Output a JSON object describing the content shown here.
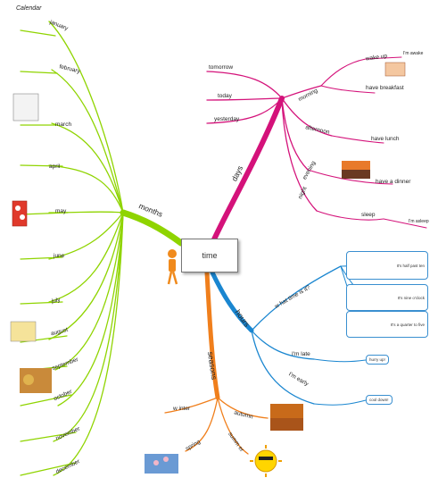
{
  "center": {
    "label": "time"
  },
  "branches": {
    "months": "months",
    "days": "days",
    "hours": "hours",
    "seasons": "seasons"
  },
  "months": {
    "calendar_label": "Calendar",
    "items": [
      "january",
      "february",
      "march",
      "april",
      "may",
      "june",
      "july",
      "august",
      "september",
      "october",
      "november",
      "december"
    ]
  },
  "days": {
    "items": [
      "tomorrow",
      "today",
      "yesterday",
      "morning",
      "afternoon",
      "evening",
      "night"
    ],
    "sub": {
      "wake_up": "wake up",
      "im_awake": "I'm awake",
      "have_breakfast": "have breakfast",
      "have_lunch": "have lunch",
      "have_dinner": "have a dinner",
      "sleep": "sleep",
      "im_asleep": "I'm asleep"
    }
  },
  "hours": {
    "what_time": "w hat time is it?",
    "im_late": "I'm late",
    "im_early": "I'm early",
    "times": [
      "It's half past ten",
      "It's nine o'clock",
      "It's a quarter to five"
    ],
    "hurry_up": "hurry up!",
    "cool_down": "cool down!"
  },
  "seasons": {
    "items": [
      "w inter",
      "autumn",
      "summ er",
      "spring"
    ]
  },
  "colors": {
    "months": "#8fd400",
    "days": "#d4127a",
    "hours": "#1a86d0",
    "seasons": "#f07f1c"
  }
}
